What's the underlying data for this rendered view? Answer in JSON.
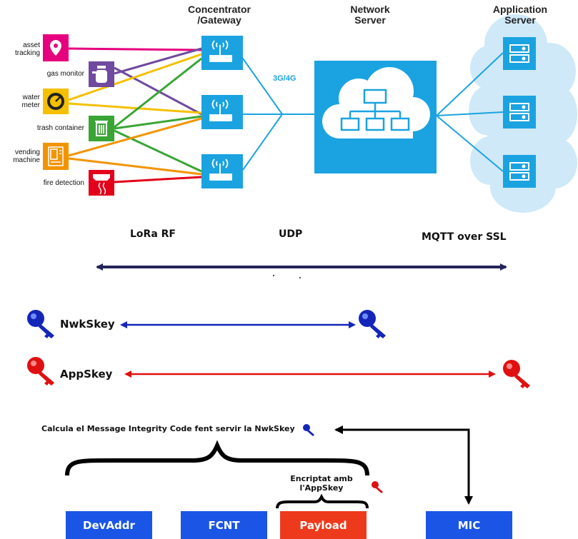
{
  "headers": {
    "gateway": "Concentrator\n/Gateway",
    "network_server": "Network\nServer",
    "app_server": "Application\nServer"
  },
  "devices": [
    {
      "label": "asset\ntracking",
      "icon": "location-pin-icon",
      "color": "#e6007e"
    },
    {
      "label": "gas monitor",
      "icon": "gas-cylinder-icon",
      "color": "#6f4a9e"
    },
    {
      "label": "water\nmeter",
      "icon": "gauge-icon",
      "color": "#f4c000"
    },
    {
      "label": "trash container",
      "icon": "trash-bin-icon",
      "color": "#3aa535"
    },
    {
      "label": "vending\nmachine",
      "icon": "vending-machine-icon",
      "color": "#f29400"
    },
    {
      "label": "fire detection",
      "icon": "smoke-detector-icon",
      "color": "#e2001a"
    }
  ],
  "link_label": "3G/4G",
  "protocols": {
    "lora": "LoRa RF",
    "udp": "UDP",
    "mqtt": "MQTT over SSL"
  },
  "keys": {
    "nwk": "NwkSkey",
    "app": "AppSkey"
  },
  "colors": {
    "accent_blue": "#1aa3e0",
    "cloud": "#cfe9f8",
    "nwk": "#1426b8",
    "app": "#e01010",
    "protocol_arrow": "#23245a",
    "field_blue": "#1a55e6",
    "field_red": "#ee3a1c"
  },
  "packet": {
    "mic_note": "Calcula el Message Integrity Code fent servir la NwkSkey",
    "encrypt_note": "Encriptat amb\nl'AppSkey",
    "fields": [
      "DevAddr",
      "FCNT",
      "Payload",
      "MIC"
    ]
  }
}
